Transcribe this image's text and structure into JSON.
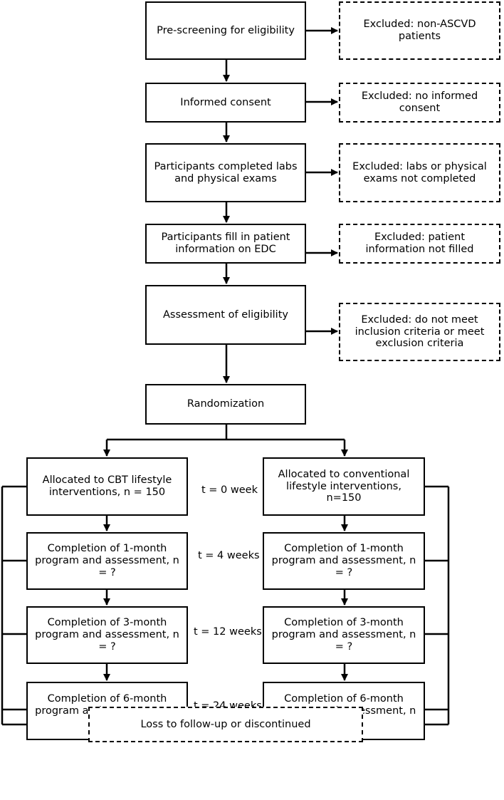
{
  "main_flow": [
    {
      "id": "prescreen",
      "text": "Pre-screening for eligibility"
    },
    {
      "id": "consent",
      "text": "Informed consent"
    },
    {
      "id": "labs",
      "text": "Participants completed labs and physical exams"
    },
    {
      "id": "edc",
      "text": "Participants fill in patient information on EDC"
    },
    {
      "id": "eligibility",
      "text": "Assessment of eligibility"
    },
    {
      "id": "randomization",
      "text": "Randomization"
    }
  ],
  "exclusions": [
    {
      "id": "ex-ascvd",
      "text": "Excluded: non-ASCVD patients"
    },
    {
      "id": "ex-consent",
      "text": "Excluded: no informed consent"
    },
    {
      "id": "ex-labs",
      "text": "Excluded: labs or physical exams not completed"
    },
    {
      "id": "ex-info",
      "text": "Excluded: patient information not filled"
    },
    {
      "id": "ex-criteria",
      "text": "Excluded: do not meet inclusion criteria or meet exclusion criteria"
    }
  ],
  "arms": {
    "left": [
      {
        "id": "cbt-alloc",
        "text": "Allocated to CBT lifestyle interventions, n = 150"
      },
      {
        "id": "cbt-1m",
        "text": "Completion of 1-month program and assessment, n = ?"
      },
      {
        "id": "cbt-3m",
        "text": "Completion of 3-month program and assessment, n = ?"
      },
      {
        "id": "cbt-6m",
        "text": "Completion of 6-month program and assessment, n = ?"
      }
    ],
    "right": [
      {
        "id": "conv-alloc",
        "text": "Allocated to conventional lifestyle interventions, n=150"
      },
      {
        "id": "conv-1m",
        "text": "Completion of 1-month program and assessment, n = ?"
      },
      {
        "id": "conv-3m",
        "text": "Completion of 3-month program and assessment, n = ?"
      },
      {
        "id": "conv-6m",
        "text": "Completion of 6-month program and assessment, n = ?"
      }
    ]
  },
  "time_labels": [
    "t = 0 week",
    "t = 4 weeks",
    "t = 12 weeks",
    "t = 24 weeks"
  ],
  "loss": {
    "text": "Loss to follow-up or discontinued"
  }
}
